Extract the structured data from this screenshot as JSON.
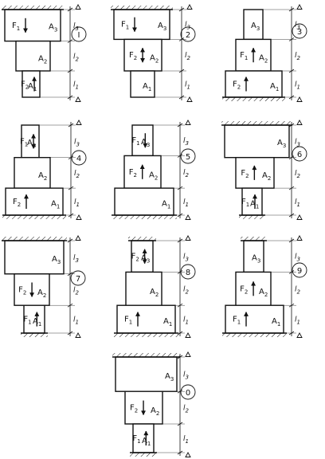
{
  "colors": {
    "ink": "#111111",
    "paper": "#ffffff"
  },
  "icons": {
    "force_arrow": "arrow-icon",
    "support": "triangle-icon",
    "hatch": "ground-hatch"
  },
  "diagrams": [
    {
      "number": "I",
      "blocks": [
        {
          "area": "A3",
          "force": "F1",
          "dir": "down"
        },
        {
          "area": "A2",
          "force": "",
          "dir": ""
        },
        {
          "area": "A1",
          "force": "F2",
          "dir": "up"
        }
      ],
      "lengths": [
        "l3",
        "l2",
        "l1"
      ]
    },
    {
      "number": "2",
      "blocks": [
        {
          "area": "A3",
          "force": "F1",
          "dir": "down"
        },
        {
          "area": "A2",
          "force": "F2",
          "dir": "both"
        },
        {
          "area": "A1",
          "force": "",
          "dir": ""
        }
      ],
      "lengths": [
        "l3",
        "l2",
        "l1"
      ]
    },
    {
      "number": "3",
      "blocks": [
        {
          "area": "A3",
          "force": "",
          "dir": ""
        },
        {
          "area": "A2",
          "force": "F1",
          "dir": "up"
        },
        {
          "area": "A1",
          "force": "F2",
          "dir": "up"
        }
      ],
      "lengths": [
        "l3",
        "l2",
        "l1"
      ]
    },
    {
      "number": "4",
      "blocks": [
        {
          "area": "A3",
          "force": "F1",
          "dir": "both"
        },
        {
          "area": "A2",
          "force": "",
          "dir": ""
        },
        {
          "area": "A1",
          "force": "F2",
          "dir": "up"
        }
      ],
      "lengths": [
        "l3",
        "l2",
        "l1"
      ]
    },
    {
      "number": "5",
      "blocks": [
        {
          "area": "A3",
          "force": "F1",
          "dir": "down"
        },
        {
          "area": "A2",
          "force": "F2",
          "dir": "up"
        },
        {
          "area": "A1",
          "force": "",
          "dir": ""
        }
      ],
      "lengths": [
        "l3",
        "l2",
        "l1"
      ]
    },
    {
      "number": "6",
      "blocks": [
        {
          "area": "A3",
          "force": "",
          "dir": ""
        },
        {
          "area": "A2",
          "force": "F2",
          "dir": "up"
        },
        {
          "area": "A1",
          "force": "F1",
          "dir": "up"
        }
      ],
      "lengths": [
        "l3",
        "l2",
        "l1"
      ]
    },
    {
      "number": "7",
      "blocks": [
        {
          "area": "A3",
          "force": "",
          "dir": ""
        },
        {
          "area": "A2",
          "force": "F2",
          "dir": "down"
        },
        {
          "area": "A1",
          "force": "F1",
          "dir": "up"
        }
      ],
      "lengths": [
        "l3",
        "l2",
        "l1"
      ]
    },
    {
      "number": "8",
      "blocks": [
        {
          "area": "A3",
          "force": "F2",
          "dir": "both"
        },
        {
          "area": "A2",
          "force": "",
          "dir": ""
        },
        {
          "area": "A1",
          "force": "F1",
          "dir": "up"
        }
      ],
      "lengths": [
        "l3",
        "l2",
        "l1"
      ]
    },
    {
      "number": "9",
      "blocks": [
        {
          "area": "A3",
          "force": "",
          "dir": ""
        },
        {
          "area": "A2",
          "force": "F2",
          "dir": "up"
        },
        {
          "area": "A1",
          "force": "F1",
          "dir": "up"
        }
      ],
      "lengths": [
        "l3",
        "l2",
        "l1"
      ]
    },
    {
      "number": "0",
      "blocks": [
        {
          "area": "A3",
          "force": "",
          "dir": ""
        },
        {
          "area": "A2",
          "force": "F2",
          "dir": "down"
        },
        {
          "area": "A1",
          "force": "F1",
          "dir": "up"
        }
      ],
      "lengths": [
        "l3",
        "l2",
        "l1"
      ]
    }
  ]
}
